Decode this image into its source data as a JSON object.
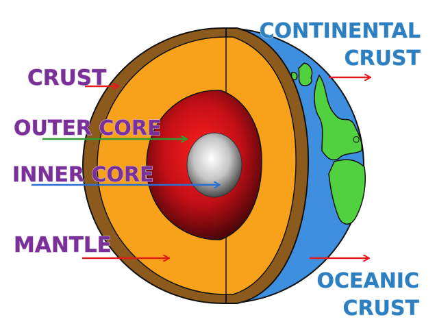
{
  "labels": {
    "crust": "CRUST",
    "outer_core": "OUTER CORE",
    "inner_core": "INNER CORE",
    "mantle": "MANTLE",
    "continental_line1": "CONTINENTAL",
    "continental_line2": "CRUST",
    "oceanic_line1": "OCEANIC",
    "oceanic_line2": "CRUST"
  },
  "colors": {
    "label_purple": "#7b2f98",
    "label_blue": "#2d7fbf",
    "crust_brown": "#8b5a1c",
    "mantle_orange": "#f7a21a",
    "outer_core_red": "#d8121b",
    "inner_core_gray": "#b8b8b8",
    "ocean_blue": "#3f8fe0",
    "land_green": "#52d140",
    "arrow_red": "#e21b1b",
    "arrow_green": "#2e9e33",
    "arrow_blue": "#2b6fd1"
  }
}
